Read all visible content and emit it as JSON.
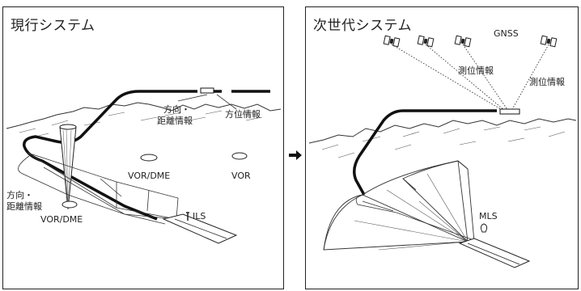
{
  "left_panel": {
    "title": "現行システム",
    "labels": {
      "direction_distance_top_1": "方向・",
      "direction_distance_top_2": "距離情報",
      "azimuth": "方位情報",
      "vor_dme_center": "VOR/DME",
      "vor": "VOR",
      "direction_distance_left_1": "方向・",
      "direction_distance_left_2": "距離情報",
      "vor_dme_left": "VOR/DME",
      "ils": "ILS"
    }
  },
  "right_panel": {
    "title": "次世代システム",
    "labels": {
      "gnss": "GNSS",
      "positioning_1": "測位情報",
      "positioning_2": "測位情報",
      "mls": "MLS"
    }
  },
  "transition_arrow_icon": "arrow-right-icon"
}
